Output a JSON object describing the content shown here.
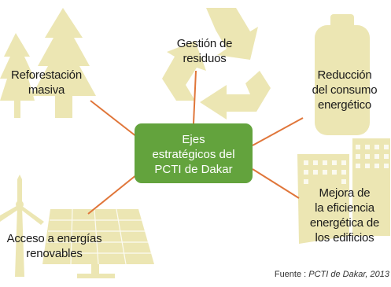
{
  "colors": {
    "icon_fill": "#ece6b3",
    "connector": "#e0763a",
    "center_fill": "#63a33d",
    "center_text": "#ffffff"
  },
  "center": {
    "lines": [
      "Ejes",
      "estratégicos del",
      "PCTI de Dakar"
    ]
  },
  "axes": [
    {
      "id": "reforestacion",
      "icon": "pine-trees-icon",
      "lines": [
        "Reforestación",
        "masiva"
      ]
    },
    {
      "id": "residuos",
      "icon": "recycle-icon",
      "lines": [
        "Gestión de",
        "residuos"
      ]
    },
    {
      "id": "consumo",
      "icon": "battery-icon",
      "lines": [
        "Reducción",
        "del consumo",
        "energético"
      ]
    },
    {
      "id": "eficiencia",
      "icon": "buildings-icon",
      "lines": [
        "Mejora de",
        "la eficiencia",
        "energética de",
        "los edificios"
      ]
    },
    {
      "id": "renovables",
      "icon": "wind-solar-icon",
      "lines": [
        "Acceso a energías",
        "renovables"
      ]
    }
  ],
  "source": {
    "prefix": "Fuente : ",
    "text": "PCTI de Dakar, 2013"
  }
}
